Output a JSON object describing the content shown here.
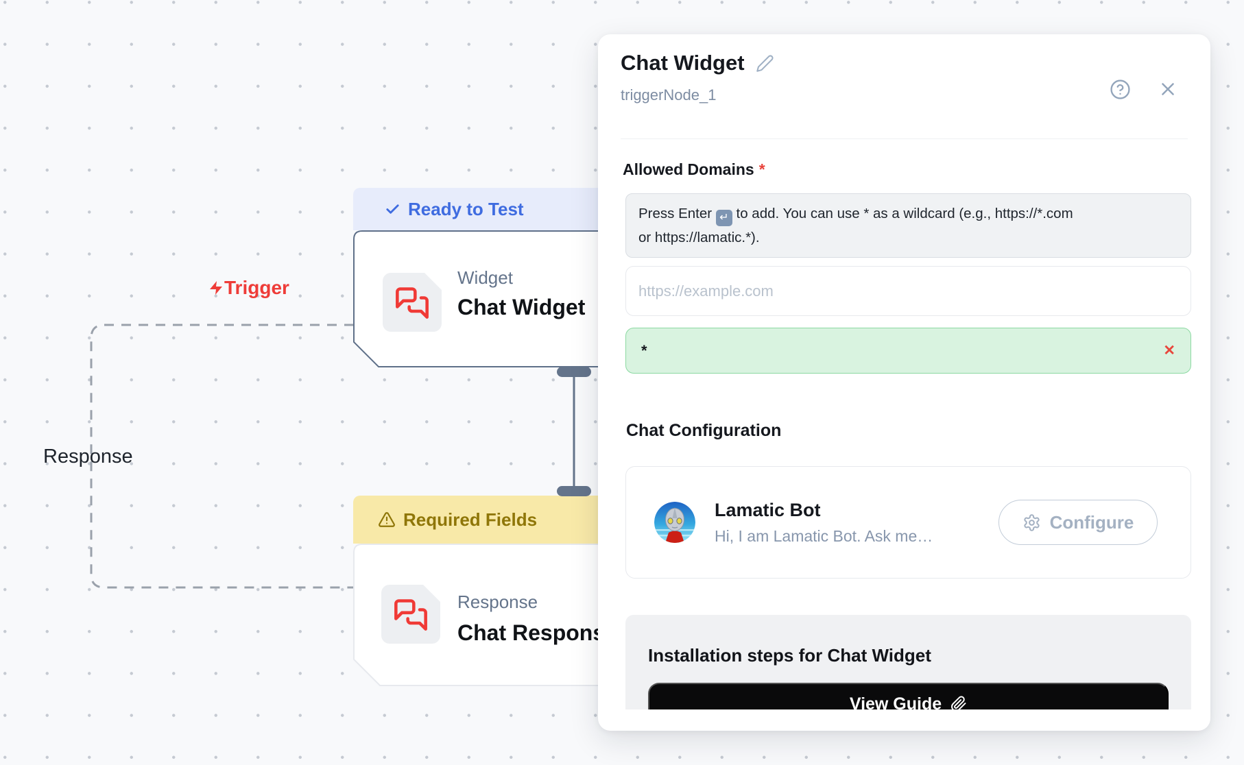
{
  "canvas": {
    "trigger_label": "Trigger",
    "response_edge_label": "Response",
    "widget_node": {
      "status": "Ready to Test",
      "category": "Widget",
      "title": "Chat Widget"
    },
    "response_node": {
      "status": "Required Fields",
      "category": "Response",
      "title": "Chat Response"
    }
  },
  "panel": {
    "title": "Chat Widget",
    "node_id": "triggerNode_1",
    "allowed_domains": {
      "label": "Allowed Domains",
      "required_mark": "*",
      "hint_prefix": "Press Enter",
      "hint_suffix": "to add. You can use * as a wildcard (e.g., https://*.com",
      "hint_line2": "or https://lamatic.*).",
      "enter_glyph": "↵",
      "input_placeholder": "https://example.com",
      "chip_value": "*",
      "chip_remove": "✕"
    },
    "chat_config": {
      "heading": "Chat Configuration",
      "bot_name": "Lamatic Bot",
      "bot_description": "Hi, I am Lamatic Bot. Ask me…",
      "configure_label": "Configure"
    },
    "installation": {
      "heading": "Installation steps for Chat Widget",
      "view_guide_label": "View Guide"
    }
  },
  "icons": {
    "check-icon": "checkmark",
    "warning-icon": "alert-triangle",
    "bolt-icon": "lightning",
    "chat-bubbles-icon": "messages-square",
    "pencil-icon": "edit-pencil",
    "help-icon": "question-circle",
    "close-icon": "x",
    "enter-key-icon": "return-key",
    "gear-icon": "settings",
    "paperclip-icon": "paperclip"
  },
  "colors": {
    "accent_blue": "#3f6ce0",
    "badge_blue_bg": "#e7ecfb",
    "node_border_slate": "#5f7089",
    "icon_red": "#f03a36",
    "trigger_red": "#ee3c38",
    "badge_yellow_bg": "#f8e9a8",
    "badge_yellow_text": "#8f7608",
    "chip_green_bg": "#d9f3e0",
    "chip_green_border": "#8bd9a1",
    "chip_remove_red": "#e8463c",
    "canvas_bg": "#f8f9fb",
    "button_black": "#0a0a0b"
  }
}
